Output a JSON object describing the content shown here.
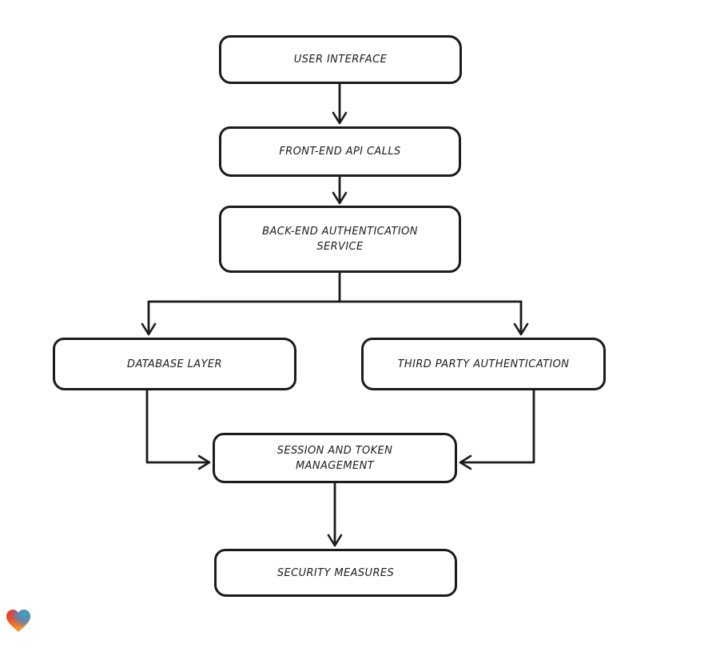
{
  "diagram": {
    "colors": {
      "background": "#ffffff",
      "stroke": "#1b1b1b",
      "node_fill": "#ffffff",
      "text": "#1b1b1b"
    },
    "nodes": [
      {
        "id": "user-interface",
        "label": "USER INTERFACE",
        "lines": [
          "USER INTERFACE"
        ]
      },
      {
        "id": "front-end-api-calls",
        "label": "FRONT-END API CALLS",
        "lines": [
          "FRONT-END API CALLS"
        ]
      },
      {
        "id": "back-end-authentication-service",
        "label": "BACK-END AUTHENTICATION SERVICE",
        "lines": [
          "BACK-END AUTHENTICATION",
          "SERVICE"
        ]
      },
      {
        "id": "database-layer",
        "label": "DATABASE LAYER",
        "lines": [
          "DATABASE LAYER"
        ]
      },
      {
        "id": "third-party-authentication",
        "label": "THIRD PARTY AUTHENTICATION",
        "lines": [
          "THIRD PARTY AUTHENTICATION"
        ]
      },
      {
        "id": "session-and-token-management",
        "label": "SESSION AND TOKEN MANAGEMENT",
        "lines": [
          "SESSION AND TOKEN",
          "MANAGEMENT"
        ]
      },
      {
        "id": "security-measures",
        "label": "SECURITY MEASURES",
        "lines": [
          "SECURITY MEASURES"
        ]
      }
    ],
    "edges": [
      {
        "from": "user-interface",
        "to": "front-end-api-calls"
      },
      {
        "from": "front-end-api-calls",
        "to": "back-end-authentication-service"
      },
      {
        "from": "back-end-authentication-service",
        "to": "database-layer"
      },
      {
        "from": "back-end-authentication-service",
        "to": "third-party-authentication"
      },
      {
        "from": "database-layer",
        "to": "session-and-token-management"
      },
      {
        "from": "third-party-authentication",
        "to": "session-and-token-management"
      },
      {
        "from": "session-and-token-management",
        "to": "security-measures"
      }
    ],
    "logo": {
      "icon": "heart-icon",
      "colors": [
        "#e8312c",
        "#2fabc6",
        "#f7992f"
      ]
    }
  }
}
